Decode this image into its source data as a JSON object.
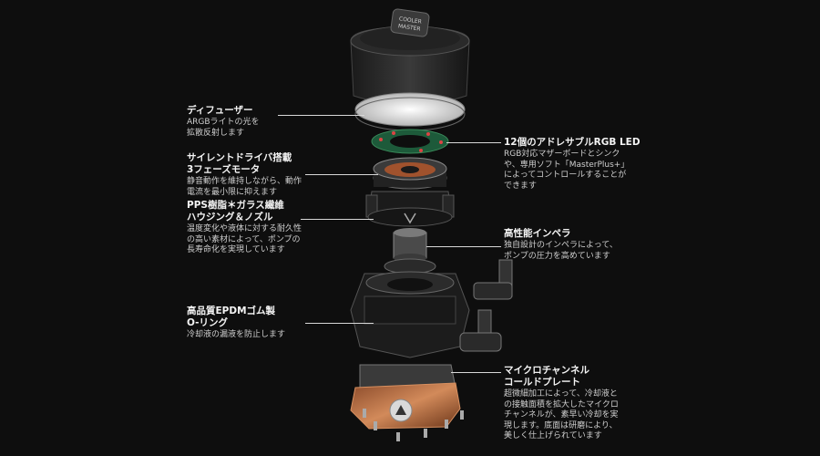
{
  "annotations": [
    {
      "id": "diffuser",
      "title": "ディフューザー",
      "desc": "ARGBライトの光を\n拡散反射します"
    },
    {
      "id": "motor",
      "title": "サイレントドライバ搭載\n3フェーズモータ",
      "desc": "静音動作を維持しながら、動作\n電流を最小限に抑えます"
    },
    {
      "id": "housing",
      "title": "PPS樹脂＊ガラス繊維\nハウジング＆ノズル",
      "desc": "温度変化や液体に対する耐久性\nの高い素材によって、ポンプの\n長寿命化を実現しています"
    },
    {
      "id": "oring",
      "title": "高品質EPDMゴム製\nO-リング",
      "desc": "冷却液の漏液を防止します"
    },
    {
      "id": "leds",
      "title": "12個のアドレサブルRGB LED",
      "desc": "RGB対応マザーボードとシンク\nや、専用ソフト「MasterPlus+」\nによってコントロールすることが\nできます"
    },
    {
      "id": "impeller",
      "title": "高性能インペラ",
      "desc": "独自設計のインペラによって、\nポンプの圧力を高めています"
    },
    {
      "id": "coldplate",
      "title": "マイクロチャンネル\nコールドプレート",
      "desc": "超微細加工によって、冷却液と\nの接触面積を拡大したマイクロ\nチャンネルが、素早い冷却を実\n現します。底面は研磨により、\n美しく仕上げられています"
    }
  ],
  "logo_text": "COOLER MASTER",
  "colors": {
    "background": "#0e0e0e",
    "text": "#f4f4f4",
    "copper": "#b8643a"
  }
}
